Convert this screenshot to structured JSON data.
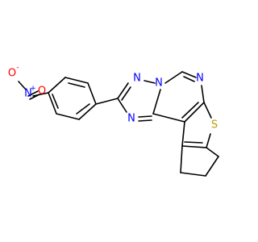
{
  "molecule": {
    "atoms": {
      "nitro_o_top": {
        "label": "O",
        "charge": "-",
        "color": "#ff0000"
      },
      "nitro_n": {
        "label": "N",
        "charge": "+",
        "color": "#0000ff"
      },
      "nitro_o_bottom": {
        "label": "O",
        "color": "#ff0000"
      },
      "triazole_n_top": {
        "label": "N",
        "color": "#0000ff"
      },
      "triazole_n_bridge": {
        "label": "N",
        "color": "#0000ff"
      },
      "triazole_n_bottom": {
        "label": "N",
        "color": "#0000ff"
      },
      "pyrimidine_n": {
        "label": "N",
        "color": "#0000ff"
      },
      "thiophene_s": {
        "label": "S",
        "color": "#b8a000"
      }
    }
  }
}
